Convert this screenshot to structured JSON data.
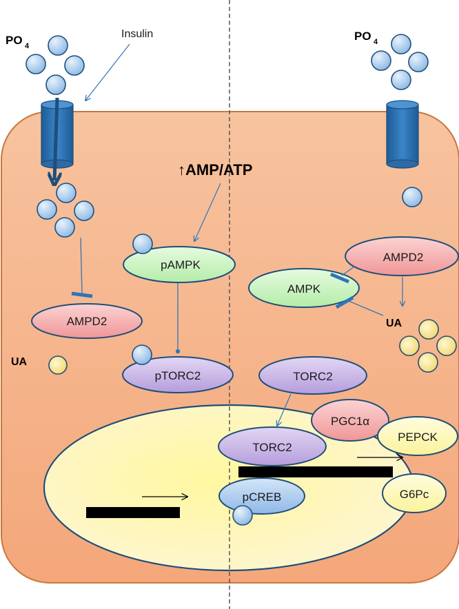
{
  "labels": {
    "po4_left": "PO",
    "po4_left_sub": "4",
    "po4_right": "PO",
    "po4_right_sub": "4",
    "insulin": "Insulin",
    "amp_atp": "↑AMP/ATP",
    "pampk": "pAMPK",
    "ptorc2": "pTORC2",
    "ampd2_left": "AMPD2",
    "ua_left": "UA",
    "ampd2_right": "AMPD2",
    "ampk": "AMPK",
    "ua_right": "UA",
    "torc2_cyto": "TORC2",
    "torc2_nuc": "TORC2",
    "pgc1a": "PGC1α",
    "pepck": "PEPCK",
    "g6pc": "G6Pc",
    "pcreb": "pCREB"
  },
  "colors": {
    "cell_fill": "#f8c9a8",
    "cell_stroke": "#c8763d",
    "nucleus_fill": "#fbf4a8",
    "nucleus_stroke": "#1f4e79",
    "phosphate_fill": "#9ec5ec",
    "phosphate_stroke": "#1f4e79",
    "channel_fill": "#2e75b6",
    "red_node": "#f4a6a6",
    "green_node": "#c9f2c0",
    "purple_node": "#c9b3e6",
    "yellow_node": "#fbf6b0",
    "blue_node": "#a9c9ee",
    "ua_fill": "#f5dd7a"
  }
}
